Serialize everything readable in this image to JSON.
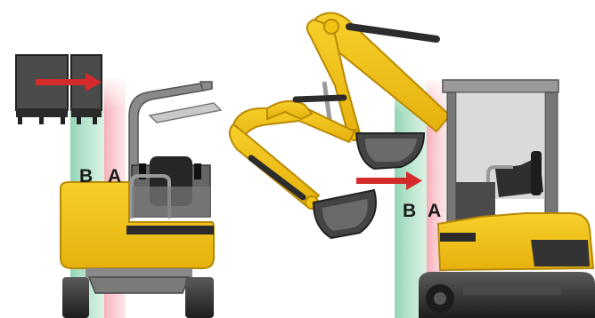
{
  "labels": {
    "front_zone_b": "B",
    "front_zone_a": "A",
    "side_zone_b": "B",
    "side_zone_a": "A"
  },
  "colors": {
    "machine_yellow": "#f2c314",
    "machine_yellow_dark": "#d49e0a",
    "frame_gray": "#7a7a7a",
    "dark_gray": "#2f2f2f",
    "zone_b_green": "#8fd3b0",
    "zone_a_pink": "#f4a9b2",
    "arrow_red": "#d42a2a"
  },
  "icons": {
    "front_view": "excavator-front-view",
    "side_view": "excavator-side-view",
    "direction_arrow": "arrow-right",
    "counterweight": "counterweight-block"
  }
}
